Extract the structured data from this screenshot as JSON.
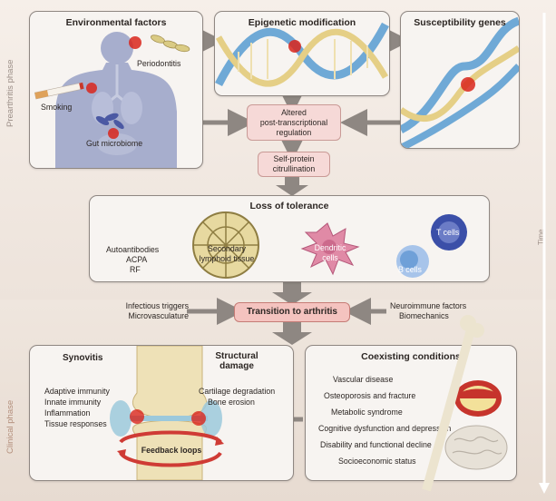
{
  "phases": {
    "preclinical": "Prearthritis phase",
    "clinical": "Clinical phase",
    "time": "Time"
  },
  "env": {
    "title": "Environmental factors",
    "periodontitis": "Periodontitis",
    "smoking": "Smoking",
    "gut": "Gut microbiome"
  },
  "epi": {
    "title": "Epigenetic modification"
  },
  "genes": {
    "title": "Susceptibility genes"
  },
  "regulation": {
    "line1": "Altered",
    "line2": "post-transcriptional",
    "line3": "regulation"
  },
  "citrullination": {
    "line1": "Self-protein",
    "line2": "citrullination"
  },
  "tolerance": {
    "title": "Loss of tolerance",
    "autoantibodies": "Autoantibodies",
    "acpa": "ACPA",
    "rf": "RF",
    "lymph1": "Secondary",
    "lymph2": "lymphoid tissue",
    "dendritic1": "Dendritic",
    "dendritic2": "cells",
    "tcells": "T cells",
    "bcells": "B cells"
  },
  "transition": {
    "label": "Transition to arthritis",
    "left1": "Infectious triggers",
    "left2": "Microvasculature",
    "right1": "Neuroimmune factors",
    "right2": "Biomechanics"
  },
  "joint": {
    "synovitis": "Synovitis",
    "structural1": "Structural",
    "structural2": "damage",
    "items": [
      "Adaptive immunity",
      "Innate immunity",
      "Inflammation",
      "Tissue responses"
    ],
    "damage": [
      "Cartilage degradation",
      "Bone erosion"
    ],
    "feedback": "Feedback loops"
  },
  "coexisting": {
    "title": "Coexisting conditions",
    "items": [
      "Vascular disease",
      "Osteoporosis and fracture",
      "Metabolic syndrome",
      "Cognitive dysfunction and depression",
      "Disability and functional decline",
      "Socioeconomic status"
    ]
  },
  "colors": {
    "arrow": "#8e8782",
    "pill": "#f6d9d7",
    "pillStrong": "#f4c3bf",
    "body": "#9fa8c8",
    "dna_blue": "#6fa9d6",
    "dna_gold": "#e7d08a",
    "red": "#d9261c"
  }
}
